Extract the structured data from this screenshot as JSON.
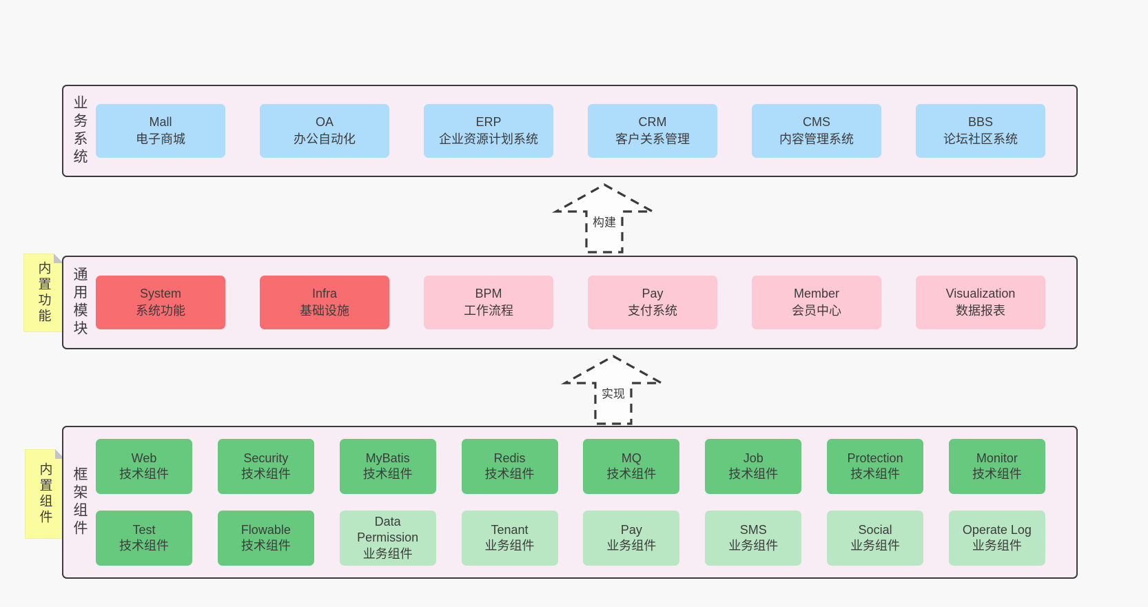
{
  "diagram": {
    "arrows": [
      {
        "label": "构建"
      },
      {
        "label": "实现"
      }
    ],
    "bands": [
      {
        "label": "业务系统",
        "boxes": [
          {
            "title": "Mall",
            "subtitle": "电子商城"
          },
          {
            "title": "OA",
            "subtitle": "办公自动化"
          },
          {
            "title": "ERP",
            "subtitle": "企业资源计划系统"
          },
          {
            "title": "CRM",
            "subtitle": "客户关系管理"
          },
          {
            "title": "CMS",
            "subtitle": "内容管理系统"
          },
          {
            "title": "BBS",
            "subtitle": "论坛社区系统"
          }
        ]
      },
      {
        "label": "通用模块",
        "sticky": "内置功能",
        "boxes": [
          {
            "title": "System",
            "subtitle": "系统功能",
            "variant": "red"
          },
          {
            "title": "Infra",
            "subtitle": "基础设施",
            "variant": "red"
          },
          {
            "title": "BPM",
            "subtitle": "工作流程",
            "variant": "pink"
          },
          {
            "title": "Pay",
            "subtitle": "支付系统",
            "variant": "pink"
          },
          {
            "title": "Member",
            "subtitle": "会员中心",
            "variant": "pink"
          },
          {
            "title": "Visualization",
            "subtitle": "数据报表",
            "variant": "pink"
          }
        ]
      },
      {
        "label": "框架组件",
        "sticky": "内置组件",
        "rows": [
          [
            {
              "title": "Web",
              "subtitle": "技术组件",
              "variant": "green-dark"
            },
            {
              "title": "Security",
              "subtitle": "技术组件",
              "variant": "green-dark"
            },
            {
              "title": "MyBatis",
              "subtitle": "技术组件",
              "variant": "green-dark"
            },
            {
              "title": "Redis",
              "subtitle": "技术组件",
              "variant": "green-dark"
            },
            {
              "title": "MQ",
              "subtitle": "技术组件",
              "variant": "green-dark"
            },
            {
              "title": "Job",
              "subtitle": "技术组件",
              "variant": "green-dark"
            },
            {
              "title": "Protection",
              "subtitle": "技术组件",
              "variant": "green-dark"
            },
            {
              "title": "Monitor",
              "subtitle": "技术组件",
              "variant": "green-dark"
            }
          ],
          [
            {
              "title": "Test",
              "subtitle": "技术组件",
              "variant": "green-dark"
            },
            {
              "title": "Flowable",
              "subtitle": "技术组件",
              "variant": "green-dark"
            },
            {
              "title": "Data Permission",
              "subtitle": "业务组件",
              "variant": "green-light"
            },
            {
              "title": "Tenant",
              "subtitle": "业务组件",
              "variant": "green-light"
            },
            {
              "title": "Pay",
              "subtitle": "业务组件",
              "variant": "green-light"
            },
            {
              "title": "SMS",
              "subtitle": "业务组件",
              "variant": "green-light"
            },
            {
              "title": "Social",
              "subtitle": "业务组件",
              "variant": "green-light"
            },
            {
              "title": "Operate Log",
              "subtitle": "业务组件",
              "variant": "green-light"
            }
          ]
        ]
      }
    ],
    "colors": {
      "page_bg": "#f8f8f8",
      "band_bg": "#f8ecf5",
      "band_border": "#3a3a3a",
      "box_blue": "#aedcfb",
      "box_red": "#f76d70",
      "box_pink": "#fdc9d4",
      "box_green_dark": "#66c97e",
      "box_green_light": "#b9e7c3",
      "sticky_yellow": "#fbfc9f",
      "text": "#3c3c3c"
    }
  }
}
